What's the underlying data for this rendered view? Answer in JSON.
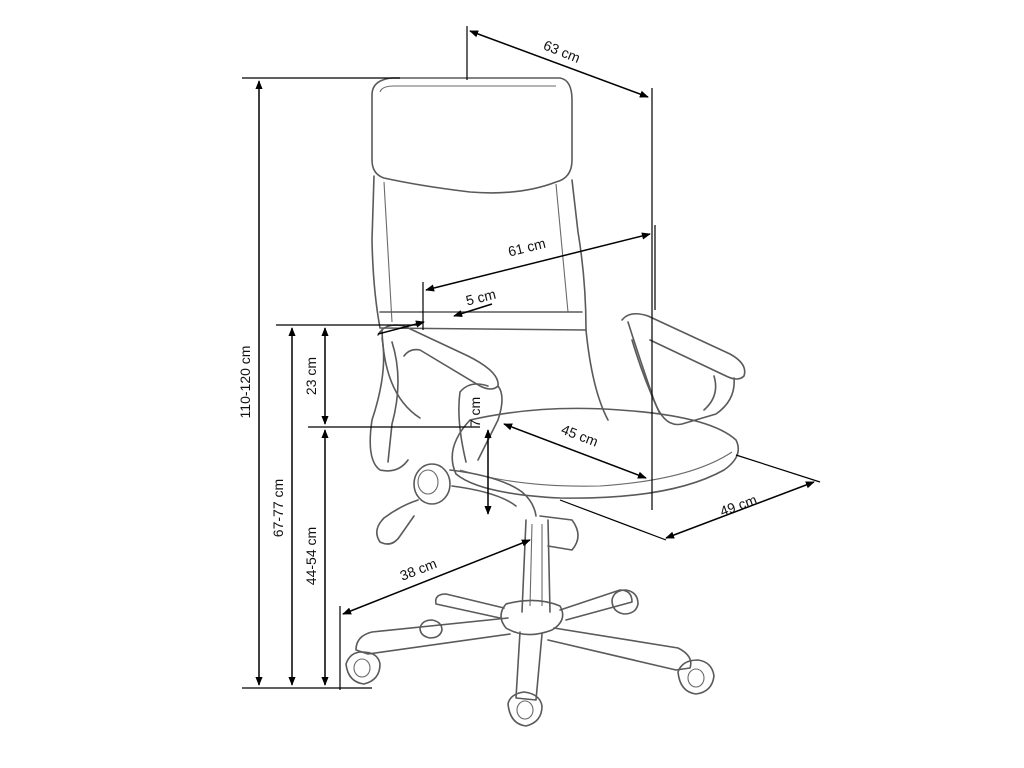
{
  "dimensions": {
    "total_depth": "63 cm",
    "width_between_armrests": "61 cm",
    "armrest_width": "5 cm",
    "armrest_height_above_seat": "23 cm",
    "seat_cushion_thickness": "7 cm",
    "seat_depth": "45 cm",
    "seat_width": "49 cm",
    "base_radius": "38 cm",
    "total_height": "110-120 cm",
    "armrest_height": "67-77 cm",
    "seat_height": "44-54 cm"
  },
  "colors": {
    "line": "#000000",
    "chair_outline": "#5a5a5a"
  }
}
